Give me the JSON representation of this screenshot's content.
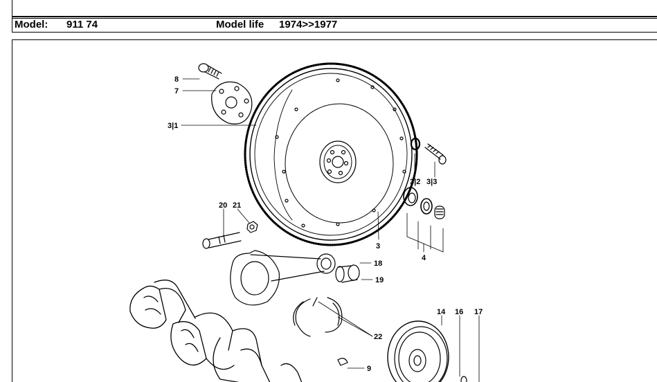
{
  "header": {
    "model_label": "Model:",
    "model_value": "911 74",
    "model_life_label": "Model life",
    "model_life_value": "1974>>1977"
  },
  "diagram": {
    "part_labels": {
      "p8": "8",
      "p7": "7",
      "p3_1": "3|1",
      "p3_2": "3|2",
      "p3_3": "3|3",
      "p20": "20",
      "p21": "21",
      "p3": "3",
      "p4": "4",
      "p18": "18",
      "p19": "19",
      "p22": "22",
      "p14": "14",
      "p16": "16",
      "p17": "17",
      "p9": "9"
    }
  }
}
